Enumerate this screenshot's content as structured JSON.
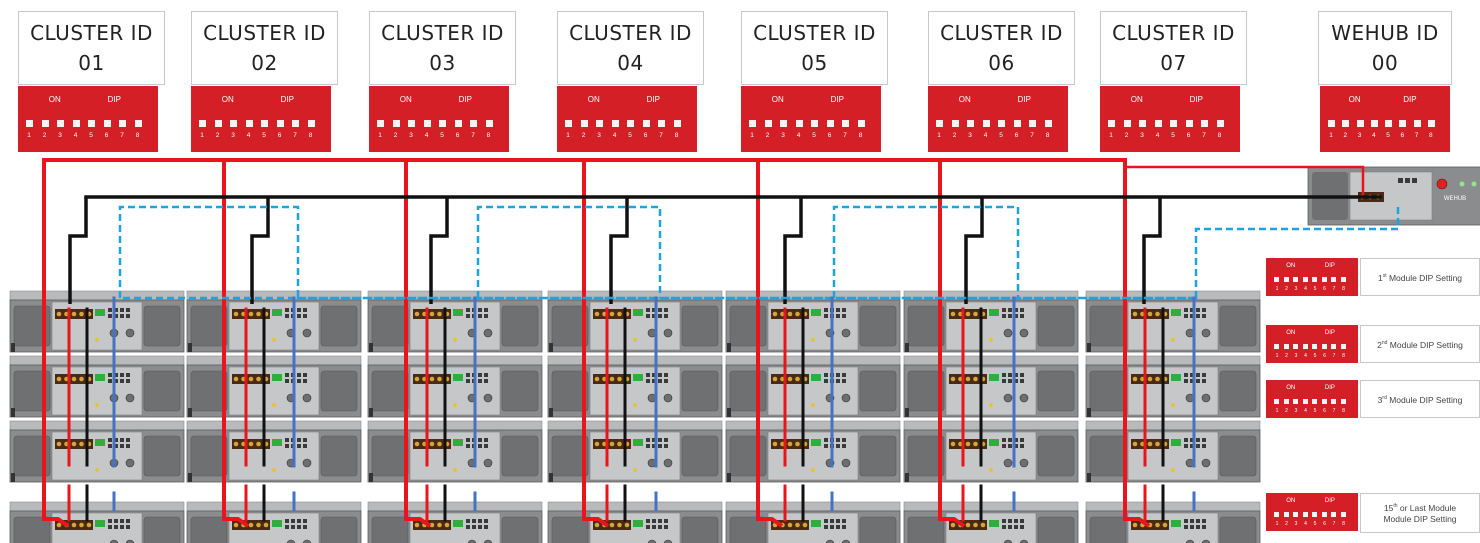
{
  "clusters": [
    {
      "title": "CLUSTER ID",
      "id": "01"
    },
    {
      "title": "CLUSTER ID",
      "id": "02"
    },
    {
      "title": "CLUSTER ID",
      "id": "03"
    },
    {
      "title": "CLUSTER ID",
      "id": "04"
    },
    {
      "title": "CLUSTER ID",
      "id": "05"
    },
    {
      "title": "CLUSTER ID",
      "id": "06"
    },
    {
      "title": "CLUSTER ID",
      "id": "07"
    }
  ],
  "hub": {
    "title": "WEHUB ID",
    "id": "00",
    "label": "WEHUB"
  },
  "dip_switch": {
    "on_label": "ON",
    "dip_label": "DIP",
    "numbers": [
      "1",
      "2",
      "3",
      "4",
      "5",
      "6",
      "7",
      "8"
    ]
  },
  "module_settings": [
    {
      "ordinal": "1",
      "suffix": "st",
      "text": " Module DIP Setting"
    },
    {
      "ordinal": "2",
      "suffix": "nd",
      "text": " Module DIP Setting"
    },
    {
      "ordinal": "3",
      "suffix": "rd",
      "text": " Module DIP Setting"
    },
    {
      "ordinal": "15",
      "suffix": "th",
      "text": " or Last Module",
      "line2": "Module DIP Setting"
    }
  ],
  "colors": {
    "power_positive": "#e8161c",
    "power_negative": "#111111",
    "comm_dashed": "#1fa3e0",
    "comm_solid": "#4472c4",
    "dip_red": "#d41f26",
    "battery_gray": "#808284"
  }
}
